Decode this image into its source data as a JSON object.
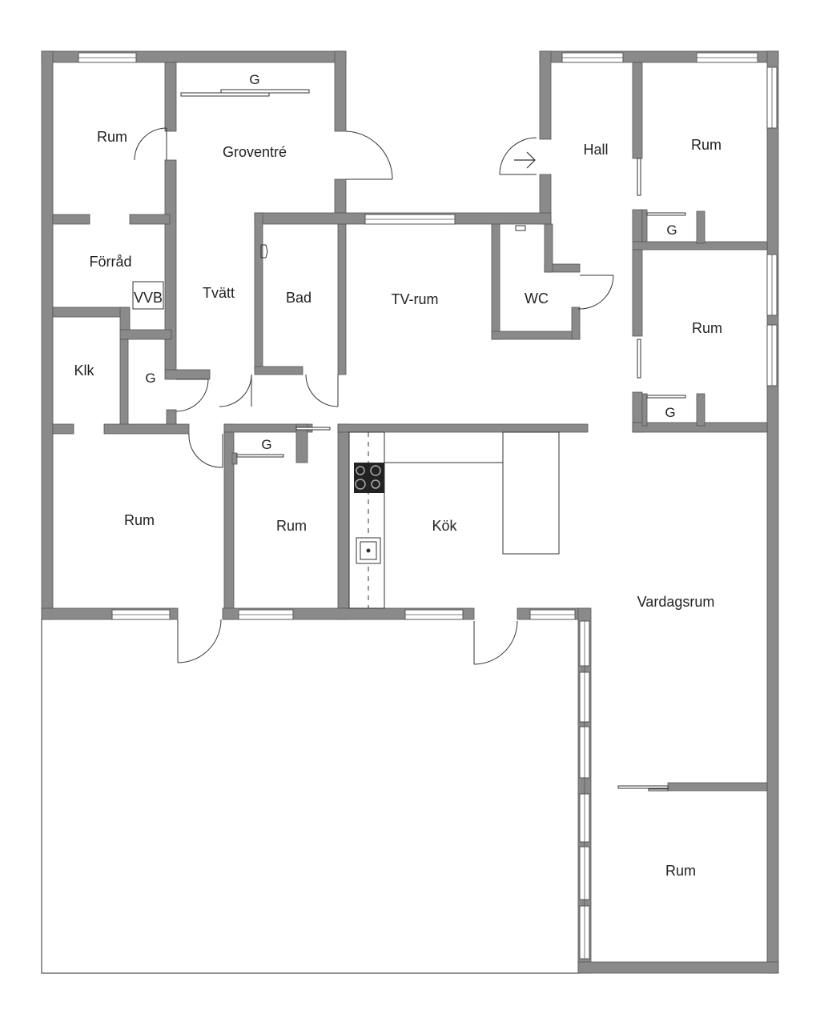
{
  "floorplan": {
    "colors": {
      "wall": "#8a8a8a",
      "wall_outline": "#555555",
      "background": "#ffffff",
      "line": "#333333"
    },
    "labels": {
      "rum_nw": "Rum",
      "groventre": "Groventré",
      "g_groventre": "G",
      "forrad": "Förråd",
      "vvb": "VVB",
      "tvatt": "Tvätt",
      "bad": "Bad",
      "tv_rum": "TV-rum",
      "wc": "WC",
      "hall": "Hall",
      "rum_ne": "Rum",
      "g_ne1": "G",
      "rum_e": "Rum",
      "g_ne2": "G",
      "klk": "Klk",
      "g_klk": "G",
      "rum_sw": "Rum",
      "g_mid": "G",
      "rum_mid": "Rum",
      "kok": "Kök",
      "vardagsrum": "Vardagsrum",
      "rum_se": "Rum"
    },
    "icons": [
      "arrow-right-icon",
      "stove-icon",
      "sink-icon",
      "toilet-icon"
    ]
  }
}
